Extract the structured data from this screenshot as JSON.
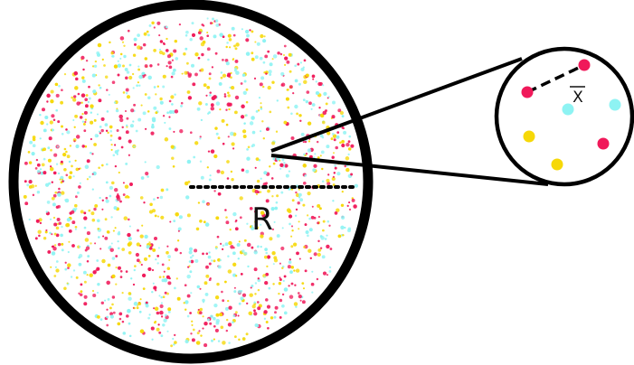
{
  "diagram": {
    "labels": {
      "radius": "R",
      "mean_distance": "X"
    },
    "colors": {
      "magenta": "#f0195a",
      "cyan": "#8ef3f3",
      "yellow": "#f6d808",
      "outline": "#000000",
      "background": "#ffffff"
    },
    "inset_particles": [
      {
        "color": "magenta"
      },
      {
        "color": "magenta"
      },
      {
        "color": "cyan"
      },
      {
        "color": "cyan"
      },
      {
        "color": "yellow"
      },
      {
        "color": "magenta"
      },
      {
        "color": "yellow"
      }
    ]
  }
}
